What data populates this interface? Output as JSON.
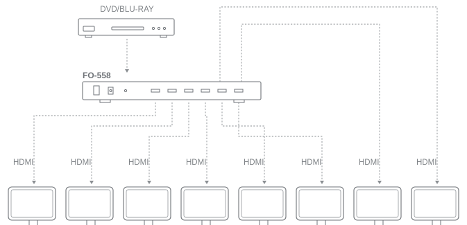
{
  "source": {
    "label": "DVD/BLU-RAY",
    "icon": "dvd-player-icon"
  },
  "splitter": {
    "label": "FO-558",
    "icon": "hdmi-splitter-icon",
    "output_count": 8
  },
  "cable_label": "HDMI",
  "displays": [
    {
      "cable": "HDMI",
      "icon": "display-icon"
    },
    {
      "cable": "HDMI",
      "icon": "display-icon"
    },
    {
      "cable": "HDMI",
      "icon": "display-icon"
    },
    {
      "cable": "HDMI",
      "icon": "display-icon"
    },
    {
      "cable": "HDMI",
      "icon": "display-icon"
    },
    {
      "cable": "HDMI",
      "icon": "display-icon"
    },
    {
      "cable": "HDMI",
      "icon": "display-icon"
    },
    {
      "cable": "HDMI",
      "icon": "display-icon"
    }
  ],
  "colors": {
    "line": "#6f7378",
    "dash": "#8a8e92",
    "text": "#7f8387",
    "background": "#ffffff"
  }
}
